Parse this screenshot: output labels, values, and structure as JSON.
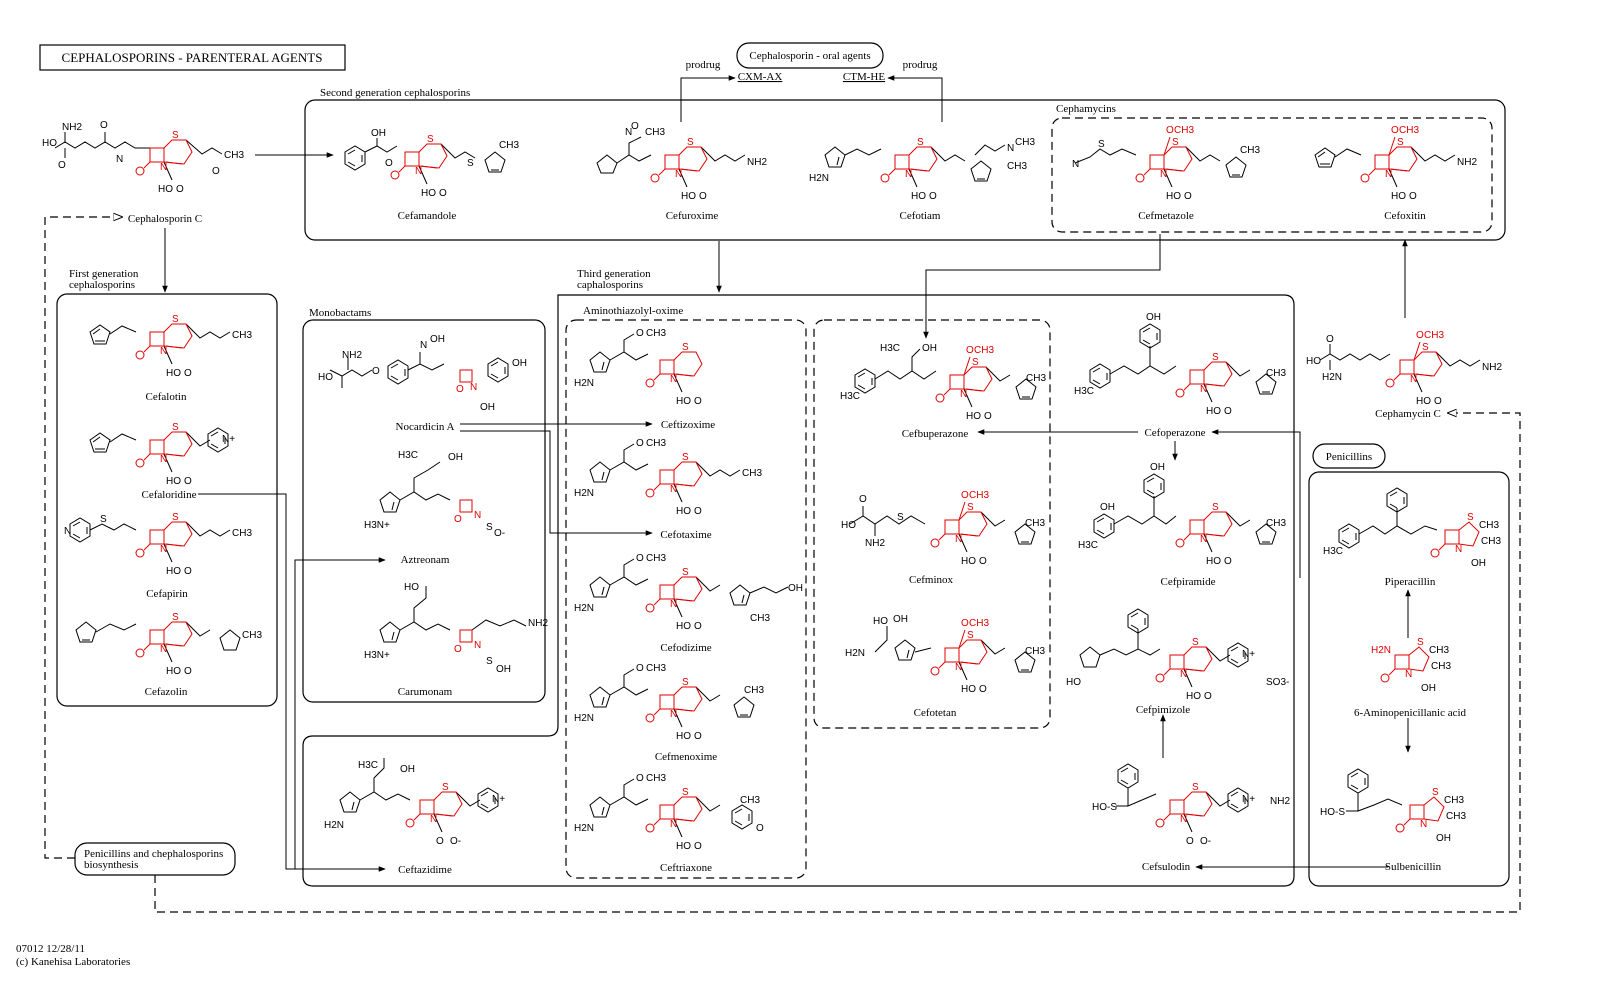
{
  "title": "CEPHALOSPORINS - PARENTERAL AGENTS",
  "footer": {
    "code": "07012 12/28/11",
    "copyright": "(c) Kanehisa Laboratories"
  },
  "groups": {
    "oral": "Cephalosporin - oral agents",
    "second_gen": "Second generation cephalosporins",
    "cephamycins": "Cephamycins",
    "first_gen_1": "First generation",
    "first_gen_2": "cephalosporins",
    "monobactams": "Monobactams",
    "third_gen_1": "Third generation",
    "third_gen_2": "caphalosporins",
    "aminothiazolyl": "Aminothiazolyl-oxime",
    "penicillins": "Penicillins",
    "biosynthesis_1": "Penicillins and chephalosporins",
    "biosynthesis_2": "biosynthesis"
  },
  "links": {
    "prodrug_left": "prodrug",
    "prodrug_right": "prodrug",
    "cxm_ax": "CXM-AX",
    "ctm_he": "CTM-HE"
  },
  "compounds": {
    "cephalosporin_c": "Cephalosporin C",
    "cefamandole": "Cefamandole",
    "cefuroxime": "Cefuroxime",
    "cefotiam": "Cefotiam",
    "cefmetazole": "Cefmetazole",
    "cefoxitin": "Cefoxitin",
    "cefalotin": "Cefalotin",
    "cefaloridine": "Cefaloridine",
    "cefapirin": "Cefapirin",
    "cefazolin": "Cefazolin",
    "nocardicin_a": "Nocardicin A",
    "aztreonam": "Aztreonam",
    "carumonam": "Carumonam",
    "ceftazidime": "Ceftazidime",
    "ceftizoxime": "Ceftizoxime",
    "cefotaxime": "Cefotaxime",
    "cefodizime": "Cefodizime",
    "cefmenoxime": "Cefmenoxime",
    "ceftriaxone": "Ceftriaxone",
    "cefbuperazone": "Cefbuperazone",
    "cefminox": "Cefminox",
    "cefotetan": "Cefotetan",
    "cefoperazone": "Cefoperazone",
    "cefpiramide": "Cefpiramide",
    "cefpimizole": "Cefpimizole",
    "cefsulodin": "Cefsulodin",
    "cephamycin_c": "Cephamycin C",
    "piperacillin": "Piperacillin",
    "aminopenicillanic": "6-Aminopenicillanic acid",
    "sulbenicillin": "Sulbenicillin"
  },
  "colors": {
    "core": "#e00000",
    "line": "#000000"
  }
}
